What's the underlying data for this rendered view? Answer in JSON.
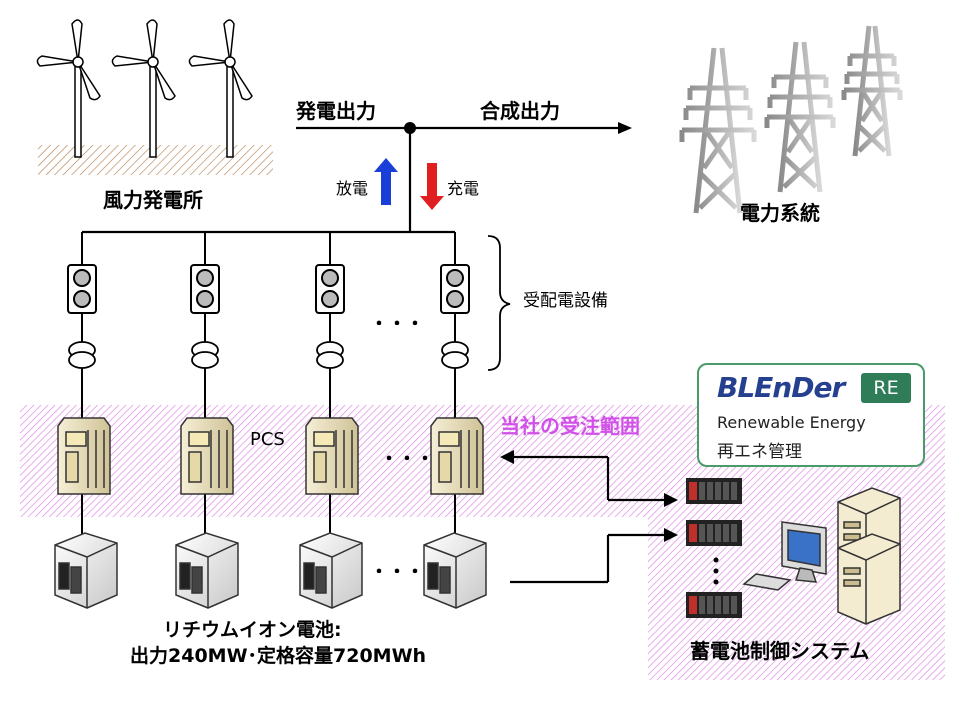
{
  "labels": {
    "wind_farm": "風力発電所",
    "generation_output": "発電出力",
    "combined_output": "合成出力",
    "power_grid": "電力系統",
    "discharge": "放電",
    "charge": "充電",
    "receiving_equipment": "受配電設備",
    "pcs": "PCS",
    "order_scope": "当社の受注範囲",
    "battery_line1": "リチウムイオン電池:",
    "battery_line2": "出力240MW･定格容量720MWh",
    "control_system": "蓄電池制御システム",
    "ellipsis": "・・・"
  },
  "blender": {
    "logo": "BLEnDer",
    "badge": "RE",
    "subtitle": "Renewable Energy",
    "subtitle_jp": "再エネ管理"
  },
  "colors": {
    "scope_pattern": "#e08ae8",
    "scope_text": "#d050e8",
    "discharge_arrow": "#1a3fd8",
    "charge_arrow": "#e02020",
    "logo_text": "#25408f",
    "badge_bg": "#2e7d58"
  }
}
